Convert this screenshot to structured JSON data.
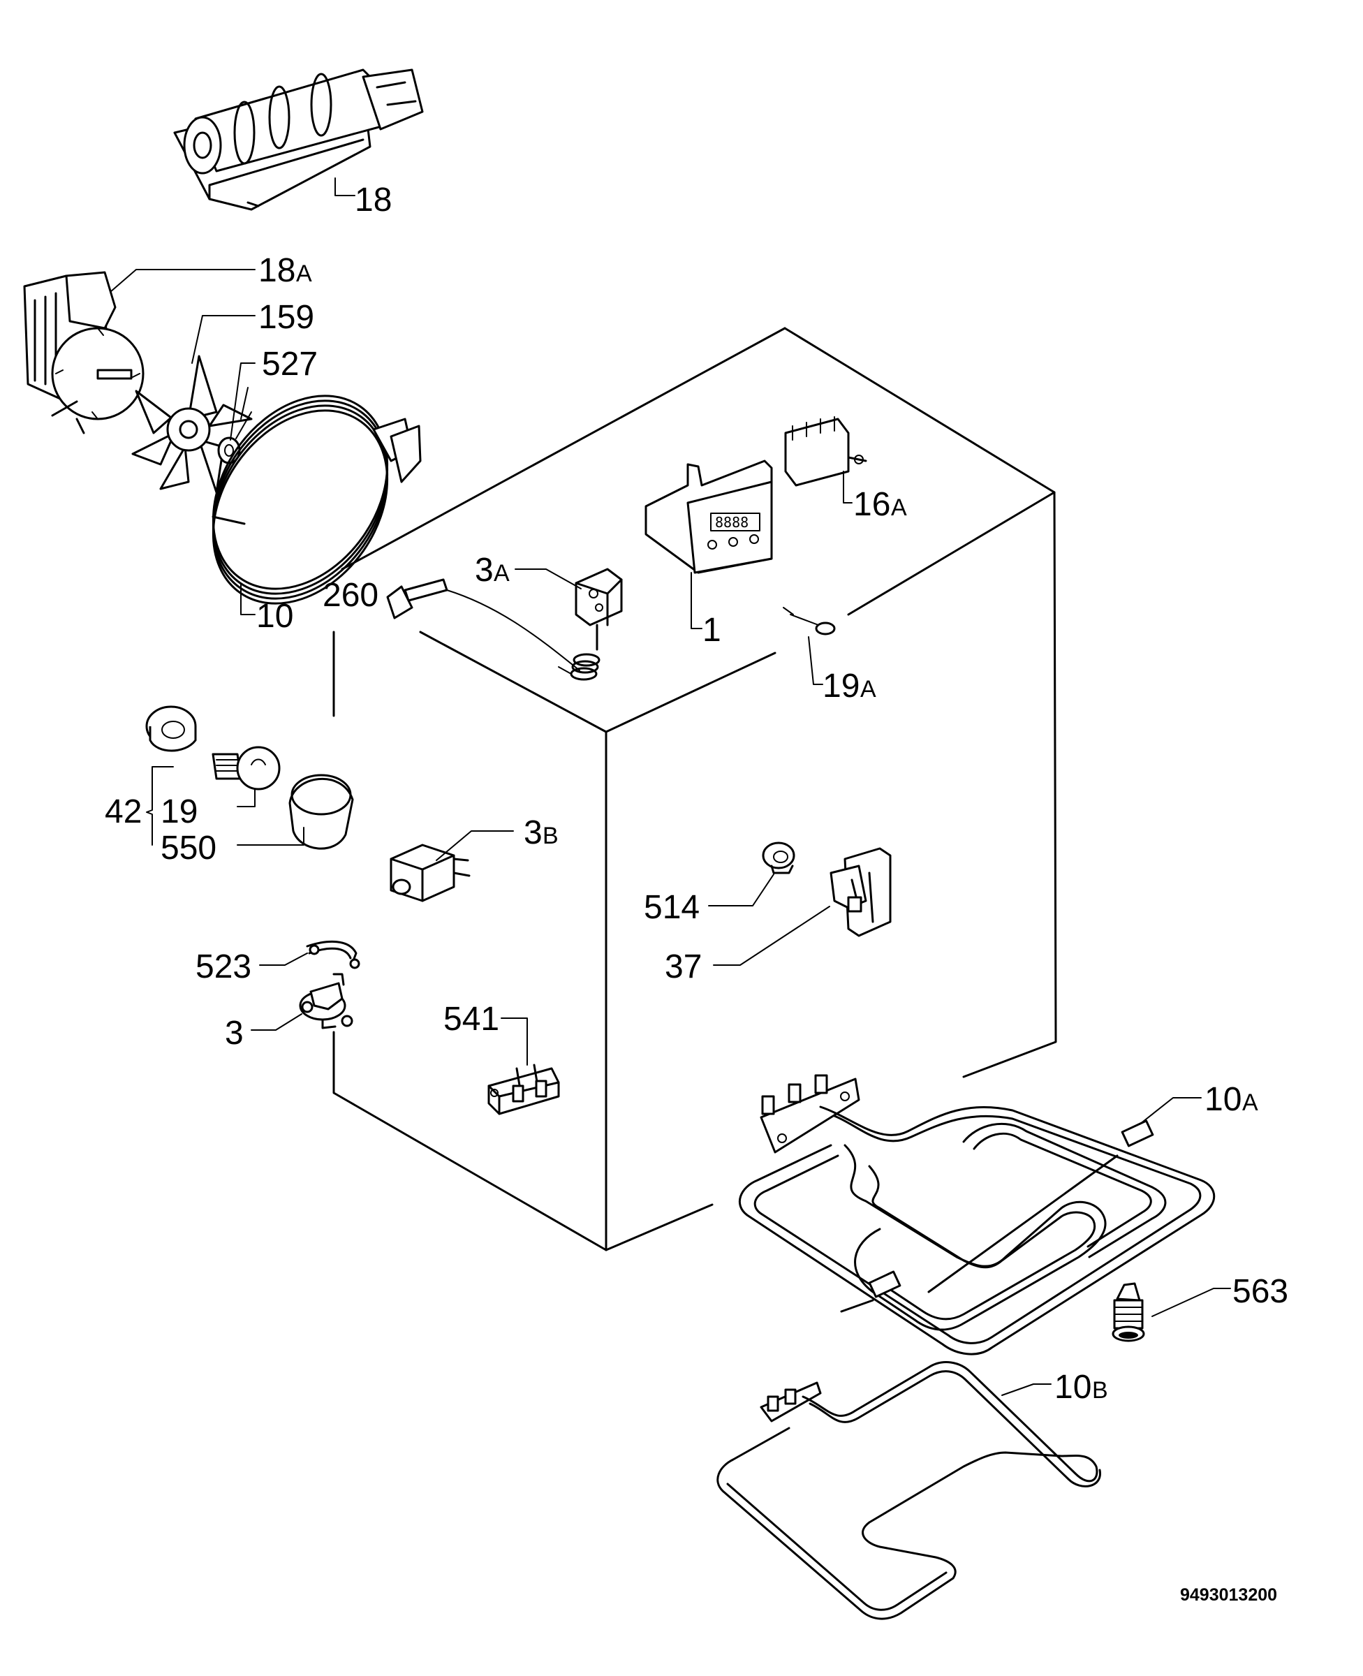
{
  "labels": {
    "p18": "18",
    "p18a_num": "18",
    "p18a_sfx": "A",
    "p159": "159",
    "p527": "527",
    "p10": "10",
    "p260": "260",
    "p3a_num": "3",
    "p3a_sfx": "A",
    "p1": "1",
    "p16a_num": "16",
    "p16a_sfx": "A",
    "p19a_num": "19",
    "p19a_sfx": "A",
    "p42": "42",
    "p19": "19",
    "p550": "550",
    "p3b_num": "3",
    "p3b_sfx": "B",
    "p514": "514",
    "p37": "37",
    "p523": "523",
    "p3": "3",
    "p541": "541",
    "p10a_num": "10",
    "p10a_sfx": "A",
    "p563": "563",
    "p10b_num": "10",
    "p10b_sfx": "B"
  },
  "document_number": "9493013200"
}
